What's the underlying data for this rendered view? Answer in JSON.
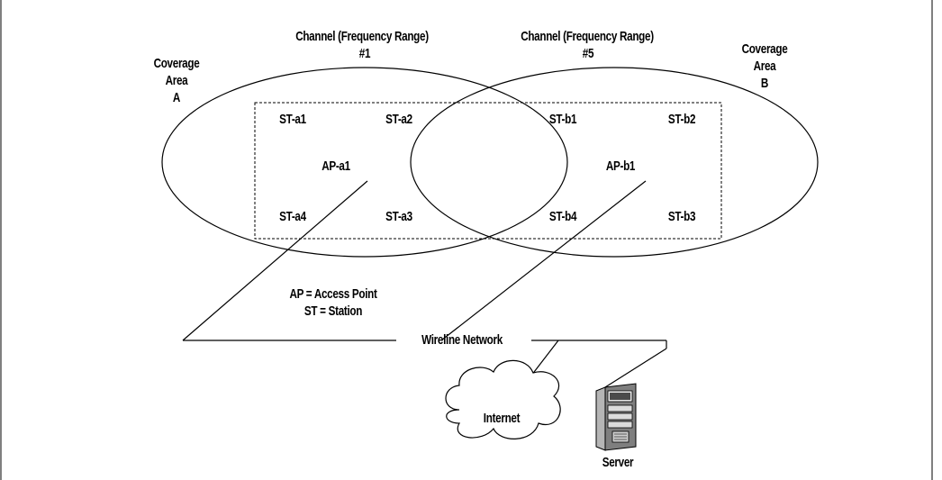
{
  "channels": {
    "a": {
      "line1": "Channel (Frequency Range)",
      "line2": "#1"
    },
    "b": {
      "line1": "Channel (Frequency Range)",
      "line2": "#5"
    }
  },
  "coverage": {
    "a": {
      "line1": "Coverage",
      "line2": "Area",
      "line3": "A"
    },
    "b": {
      "line1": "Coverage",
      "line2": "Area",
      "line3": "B"
    }
  },
  "stations": {
    "a1": "ST-a1",
    "a2": "ST-a2",
    "a3": "ST-a3",
    "a4": "ST-a4",
    "b1": "ST-b1",
    "b2": "ST-b2",
    "b3": "ST-b3",
    "b4": "ST-b4"
  },
  "access_points": {
    "a1": "AP-a1",
    "b1": "AP-b1"
  },
  "legend": {
    "ap": "AP = Access Point",
    "st": "ST = Station"
  },
  "network": {
    "wireline": "Wireline Network",
    "internet": "Internet",
    "server": "Server"
  },
  "colors": {
    "stroke": "#000000",
    "background": "#ffffff",
    "server_body": "#808080"
  }
}
